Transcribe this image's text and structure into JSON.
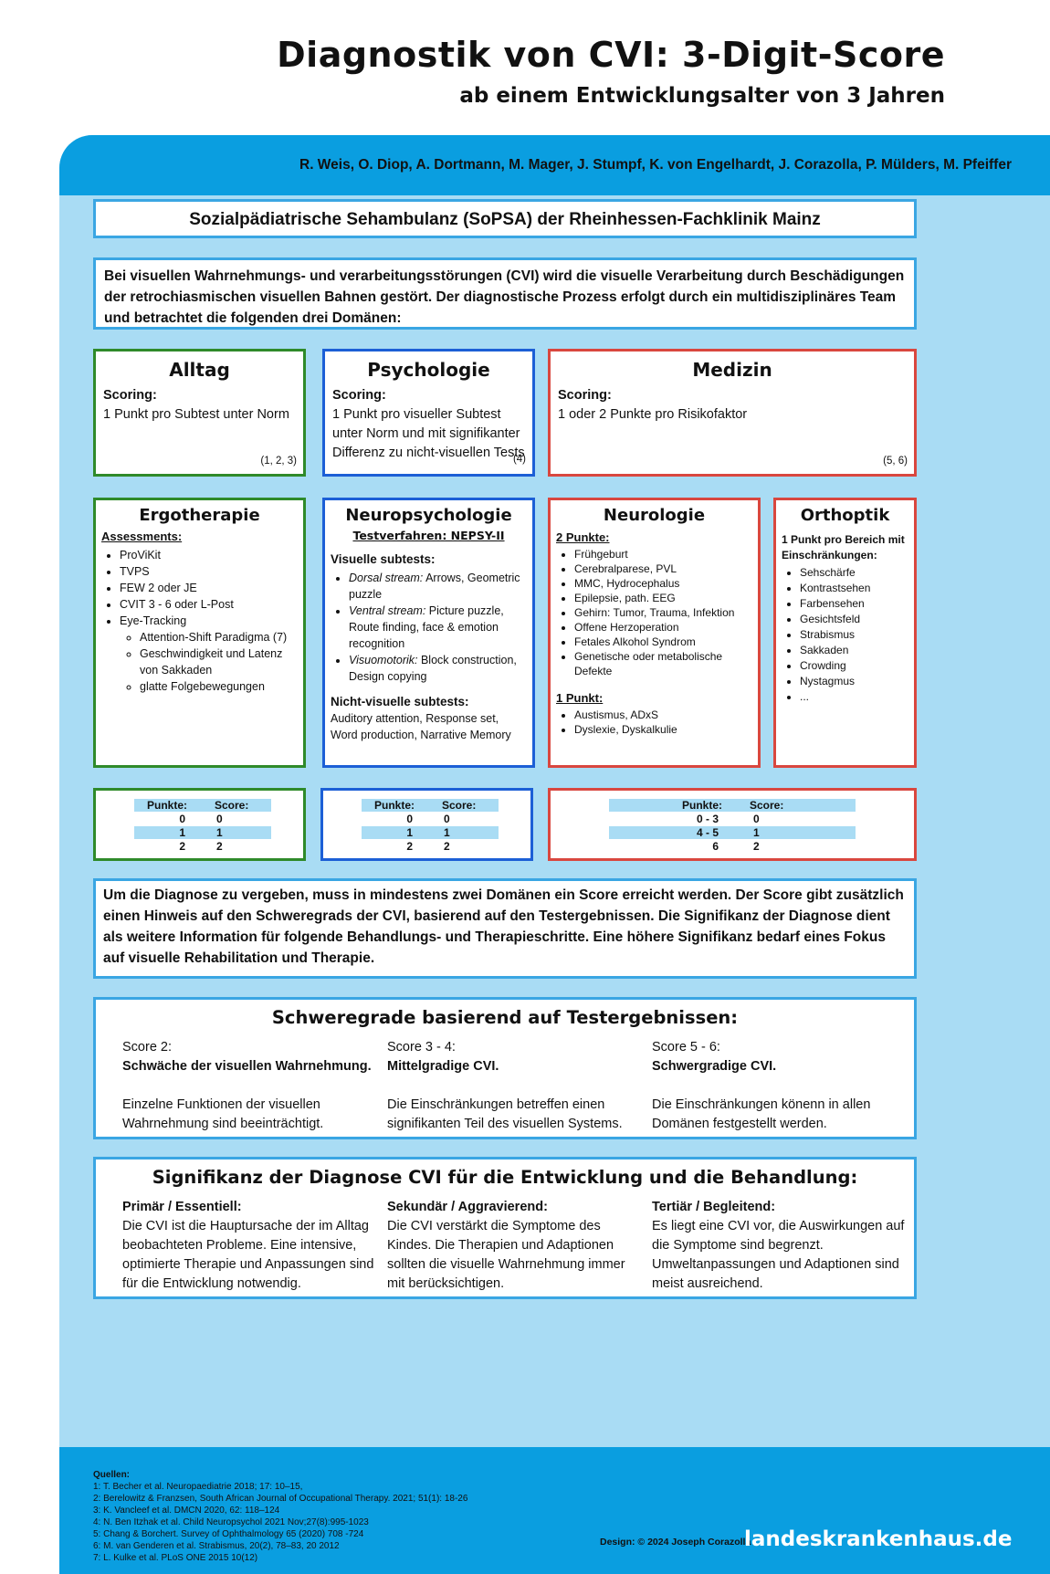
{
  "header": {
    "title": "Diagnostik von CVI: 3-Digit-Score",
    "subtitle": "ab einem Entwicklungsalter von 3 Jahren",
    "authors": "R. Weis, O. Diop, A. Dortmann, M. Mager, J. Stumpf, K. von Engelhardt, J. Corazolla, P. Mülders, M. Pfeiffer"
  },
  "clinic": "Sozialpädiatrische Sehambulanz (SoPSA) der Rheinhessen-Fachklinik Mainz",
  "intro": "Bei visuellen Wahrnehmungs- und verarbeitungsstörungen (CVI) wird die visuelle Verarbeitung durch Beschädigungen der retrochiasmischen visuellen Bahnen gestört. Der diagnostische Prozess erfolgt durch ein multidisziplinäres Team und betrachtet die folgenden drei Domänen:",
  "domains": [
    {
      "title": "Alltag",
      "scoring_label": "Scoring:",
      "scoring_text": "1 Punkt pro Subtest unter Norm",
      "refs": "(1, 2, 3)",
      "color": "#2f8a2a"
    },
    {
      "title": "Psychologie",
      "scoring_label": "Scoring:",
      "scoring_text": "1 Punkt pro visueller Subtest unter Norm und mit signifikanter Differenz zu nicht-visuellen Tests",
      "refs": "(4)",
      "color": "#1c5fd6"
    },
    {
      "title": "Medizin",
      "scoring_label": "Scoring:",
      "scoring_text": "1 oder 2 Punkte pro Risikofaktor",
      "refs": "(5, 6)",
      "color": "#d9473f"
    }
  ],
  "ergo": {
    "title": "Ergotherapie",
    "heading": "Assessments:",
    "items": [
      "ProViKit",
      "TVPS",
      "FEW 2 oder JE",
      "CVIT 3 - 6 oder L-Post",
      "Eye-Tracking"
    ],
    "subitems": [
      "Attention-Shift Paradigma (7)",
      "Geschwindigkeit und Latenz von Sakkaden",
      "glatte Folgebewegungen"
    ]
  },
  "neuropsych": {
    "title": "Neuropsychologie",
    "test": "Testverfahren: NEPSY-II",
    "visual_heading": "Visuelle subtests:",
    "visual_items": [
      {
        "em": "Dorsal stream:",
        "text": " Arrows, Geometric puzzle"
      },
      {
        "em": "Ventral stream:",
        "text": " Picture puzzle, Route finding, face & emotion recognition"
      },
      {
        "em": "Visuomotorik:",
        "text": " Block construction, Design copying"
      }
    ],
    "nonvisual_heading": "Nicht-visuelle subtests:",
    "nonvisual_text": "Auditory attention, Response set, Word production, Narrative Memory"
  },
  "neuro": {
    "title": "Neurologie",
    "two_heading": "2 Punkte:",
    "two_items": [
      "Frühgeburt",
      "Cerebralparese, PVL",
      "MMC, Hydrocephalus",
      "Epilepsie, path. EEG",
      "Gehirn: Tumor, Trauma, Infektion",
      "Offene Herzoperation",
      "Fetales Alkohol Syndrom",
      "Genetische oder metabolische Defekte"
    ],
    "one_heading": "1 Punkt:",
    "one_items": [
      "Austismus, ADxS",
      "Dyslexie, Dyskalkulie"
    ]
  },
  "ortho": {
    "title": "Orthoptik",
    "heading": "1 Punkt pro Bereich mit Einschränkungen:",
    "items": [
      "Sehschärfe",
      "Kontrastsehen",
      "Farbensehen",
      "Gesichtsfeld",
      "Strabismus",
      "Sakkaden",
      "Crowding",
      "Nystagmus",
      "..."
    ]
  },
  "score_tables": [
    {
      "h1": "Punkte:",
      "h2": "Score:",
      "rows": [
        [
          "0",
          "0"
        ],
        [
          "1",
          "1"
        ],
        [
          "2",
          "2"
        ]
      ]
    },
    {
      "h1": "Punkte:",
      "h2": "Score:",
      "rows": [
        [
          "0",
          "0"
        ],
        [
          "1",
          "1"
        ],
        [
          "2",
          "2"
        ]
      ]
    },
    {
      "h1": "Punkte:",
      "h2": "Score:",
      "rows": [
        [
          "0 - 3",
          "0"
        ],
        [
          "4 - 5",
          "1"
        ],
        [
          "6",
          "2"
        ]
      ]
    }
  ],
  "diagnosis_text": "Um die Diagnose zu vergeben, muss in mindestens zwei Domänen ein Score erreicht werden. Der Score gibt zusätzlich einen Hinweis auf den Schweregrads der CVI, basierend auf den Testergebnissen. Die Signifikanz der Diagnose dient als weitere Information für folgende Behandlungs- und Therapieschritte. Eine höhere Signifikanz bedarf eines Fokus auf visuelle Rehabilitation und Therapie.",
  "severity": {
    "title": "Schweregrade basierend auf Testergebnissen:",
    "cols": [
      {
        "score": "Score 2:",
        "name": "Schwäche der visuellen Wahrnehmung.",
        "desc": "Einzelne Funktionen der visuellen Wahrnehmung sind beeinträchtigt."
      },
      {
        "score": "Score 3 - 4:",
        "name": "Mittelgradige CVI.",
        "desc": "Die Einschränkungen betreffen einen signifikanten Teil des visuellen Systems."
      },
      {
        "score": "Score 5 - 6:",
        "name": "Schwergradige CVI.",
        "desc": "Die Einschränkungen könenn in allen Domänen festgestellt werden."
      }
    ]
  },
  "significance": {
    "title": "Signifikanz der Diagnose CVI für die Entwicklung und die Behandlung:",
    "cols": [
      {
        "head": "Primär / Essentiell:",
        "text": "Die CVI ist die Hauptursache der im Alltag beobachteten Probleme. Eine intensive, optimierte Therapie und Anpassungen sind für die Entwicklung notwendig."
      },
      {
        "head": "Sekundär / Aggravierend:",
        "text": "Die CVI verstärkt die Symptome des Kindes. Die Therapien und Adaptionen sollten die visuelle Wahrnehmung immer mit berücksichtigen."
      },
      {
        "head": "Tertiär / Begleitend:",
        "text": "Es liegt eine CVI vor, die Auswirkungen auf die Symptome sind begrenzt. Umweltanpassungen und Adaptionen sind meist ausreichend."
      }
    ]
  },
  "footer": {
    "sources_heading": "Quellen:",
    "sources": [
      "1: T. Becher et al. Neuropaediatrie 2018; 17: 10–15,",
      "2: Berelowitz & Franzsen, South African Journal of Occupational Therapy. 2021; 51(1): 18-26",
      "3: K. Vancleef et al. DMCN 2020, 62: 118–124",
      "4: N. Ben Itzhak et al. Child Neuropsychol 2021 Nov;27(8):995-1023",
      "5: Chang & Borchert. Survey of Ophthalmology 65 (2020) 708 -724",
      "6: M. van Genderen et al. Strabismus, 20(2), 78–83, 20 2012",
      "7: L. Kulke et al. PLoS ONE 2015 10(12)"
    ],
    "design": "Design: © 2024 Joseph Corazolla",
    "brand": "landeskrankenhaus.de"
  }
}
